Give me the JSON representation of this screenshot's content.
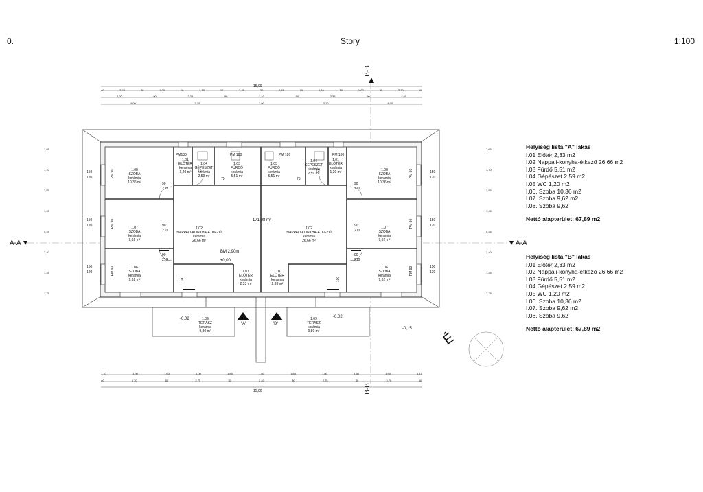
{
  "header": {
    "left": "0.",
    "center": "Story",
    "right": "1:100"
  },
  "sections": {
    "bb": "B-B",
    "aa": "A-A"
  },
  "north": "É",
  "levels": {
    "pm0": "±0,00",
    "m002": "-0,02",
    "m015": "-0,15",
    "bm": "BM 2,90m"
  },
  "entrances": {
    "a": "\"A\"",
    "b": "\"B\""
  },
  "hall_area": "171,08 m²",
  "window_labels": [
    "PM 90",
    "PM 180",
    "PM180"
  ],
  "rooms": [
    {
      "id": "r1",
      "code": "1.08",
      "name": "SZOBA",
      "floor": "kerámia",
      "area": "10,36 m²"
    },
    {
      "id": "r2",
      "code": "1.07",
      "name": "SZOBA",
      "floor": "kerámia",
      "area": "9,62 m²"
    },
    {
      "id": "r3",
      "code": "1.06",
      "name": "SZOBA",
      "floor": "kerámia",
      "area": "9,62 m²"
    },
    {
      "id": "r4",
      "code": "1.01",
      "name": "ELŐTÉR",
      "floor": "kerámia",
      "area": "1,20 m²"
    },
    {
      "id": "r5",
      "code": "1.04",
      "name": "GÉPÉSZET",
      "floor": "kerámia",
      "area": "2,59 m²"
    },
    {
      "id": "r6",
      "code": "1.03",
      "name": "FÜRDŐ",
      "floor": "kerámia",
      "area": "5,51 m²"
    },
    {
      "id": "r7",
      "code": "1.02",
      "name": "NAPPALI-KONYHA-ÉTKEZŐ",
      "floor": "kerámia",
      "area": "26,66 m²"
    },
    {
      "id": "r8",
      "code": "1.01",
      "name": "ELŐTÉR",
      "floor": "kerámia",
      "area": "2,33 m²"
    },
    {
      "id": "r9",
      "code": "1.09",
      "name": "TERASZ",
      "floor": "kerámia",
      "area": "9,80 m²"
    }
  ],
  "legend": [
    {
      "title": "Helyiség lista \"A\" lakás",
      "items": [
        "I.01 Előtér 2,33 m2",
        "I.02 Nappali-konyha-étkező 26,66 m2",
        "I.03 Fürdő 5,51 m2",
        "I.04 Gépészet 2,59 m2",
        "I.05 WC 1,20 m2",
        "I.06. Szoba 10,36 m2",
        "I.07. Szoba 9,62 m2",
        "I.08. Szoba 9,62"
      ],
      "total": "Nettó alapterület: 67,89 m2"
    },
    {
      "title": "Helyiség lista \"B\" lakás",
      "items": [
        "I.01 Előtér 2,33 m2",
        "I.02 Nappali-konyha-étkező 26,66 m2",
        "I.03 Fürdő 5,51 m2",
        "I.04 Gépészet 2,59 m2",
        "I.05 WC 1,20 m2",
        "I.06. Szoba 10,36 m2",
        "I.07. Szoba 9,62 m2",
        "I.08. Szoba 9,62"
      ],
      "total": "Nettó alapterület: 67,89 m2"
    }
  ],
  "dims_top": [
    "40",
    "3,70",
    "30",
    "1,00",
    "10",
    "1,10",
    "10",
    "2,45",
    "30",
    "2,45",
    "10",
    "1,10",
    "10",
    "1,00",
    "30",
    "3,70",
    "40"
  ],
  "dims_top2": [
    "4,00",
    "90",
    "2,35",
    "90",
    "2,40",
    "90",
    "2,35",
    "90",
    "4,00"
  ],
  "dims_top3": [
    "4,00",
    "3,10",
    "3,00",
    "3,10",
    "4,00"
  ],
  "dims_total": "15,00",
  "dims_bot": [
    "1,10",
    "1,90",
    "1,60",
    "1,00",
    "1,85",
    "1,80",
    "1,85",
    "1,00",
    "1,60",
    "1,90",
    "1,10"
  ],
  "dims_bot2": [
    "40",
    "3,70",
    "30",
    "2,75",
    "30",
    "2,40",
    "30",
    "2,75",
    "30",
    "3,70",
    "40"
  ],
  "dims_left": [
    "1,65",
    "1,10",
    "2,55",
    "1,45",
    "5,45",
    "2,40",
    "1,45",
    "1,75"
  ],
  "openings": [
    "150",
    "120",
    "90",
    "210",
    "75",
    "100",
    "210"
  ]
}
